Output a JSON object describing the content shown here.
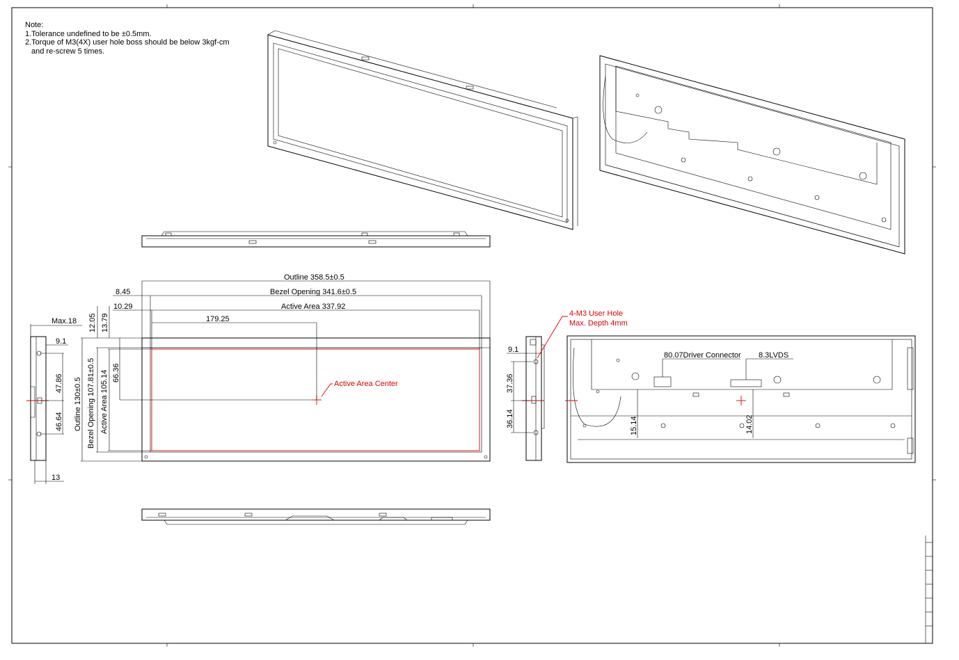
{
  "notes": {
    "heading": "Note:",
    "line1": "1.Tolerance undefined to be ±0.5mm.",
    "line2": "2.Torque of M3(4X) user hole boss should be below 3kgf-cm",
    "line3": "and re-screw 5 times."
  },
  "front_view": {
    "outline_width": "Outline 358.5±0.5",
    "bezel_width": "Bezel Opening 341.6±0.5",
    "active_width": "Active Area 337.92",
    "offset_bezel": "8.45",
    "offset_active": "10.29",
    "center_x": "179.25",
    "offset_top_bezel": "12.05",
    "offset_top_active": "13.79",
    "outline_height": "Outline 130±0.5",
    "bezel_height": "Bezel Opening 107.81±0.5",
    "active_height": "Active Area 105.14",
    "center_y": "66.36",
    "center_label": "Active Area Center"
  },
  "left_side_view": {
    "max_depth": "Max.18",
    "hole_offset": "9.1",
    "upper_span": "47.86",
    "lower_span": "46.64",
    "bottom_offset": "13"
  },
  "right_side_view": {
    "hole_offset": "9.1",
    "upper_span": "37.36",
    "lower_span": "36.14"
  },
  "rear_view": {
    "user_hole_line1": "4-M3 User Hole",
    "user_hole_line2": "Max. Depth 4mm",
    "driver_connector": "80.07Driver Connector",
    "lvds": "8.3LVDS",
    "height_left": "15.14",
    "height_right": "14.02"
  },
  "colors": {
    "line": "#000000",
    "annotation": "#e00000",
    "background": "#ffffff"
  }
}
